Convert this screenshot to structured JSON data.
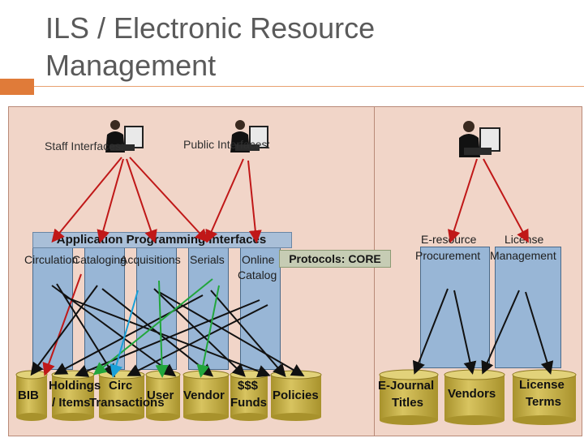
{
  "slide": {
    "title_line1": "ILS / Electronic Resource",
    "title_line2": "Management"
  },
  "interfaces": {
    "staff": "Staff Interfaces:",
    "public": "Public Interfaces:"
  },
  "api": {
    "label": "Application Programming Interfaces",
    "protocols": "Protocols: CORE"
  },
  "modules": {
    "circulation": "Circulation",
    "cataloging": "Cataloging",
    "acquisitions": "Acquisitions",
    "serials": "Serials",
    "online_line1": "Online",
    "online_line2": "Catalog"
  },
  "erm_modules": {
    "eresource_line1": "E-resource",
    "eresource_line2": "Procurement",
    "license_line1": "License",
    "license_line2": "Management"
  },
  "databases": {
    "bib": "BIB",
    "holdings_line1": "Holdings",
    "holdings_line2": "/ Items",
    "circ_line1": "Circ",
    "circ_line2": "Transactions",
    "user": "User",
    "vendor": "Vendor",
    "funds_line1": "$$$",
    "funds_line2": "Funds",
    "policies": "Policies",
    "ejournal_line1": "E-Journal",
    "ejournal_line2": "Titles",
    "vendors": "Vendors",
    "license_line1": "License",
    "license_line2": "Terms"
  },
  "colors": {
    "accent": "#e07b39",
    "panel": "#f1d5c8",
    "module": "#98b6d6",
    "db": "#c8b450",
    "arrow_red": "#c01818",
    "arrow_black": "#111111",
    "arrow_green": "#22a63c",
    "arrow_cyan": "#1aa0d8"
  }
}
